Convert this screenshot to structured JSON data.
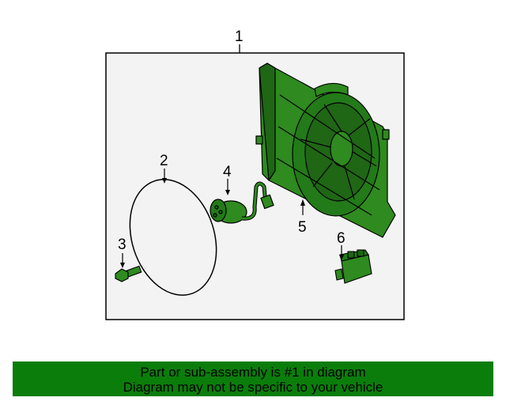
{
  "callouts": {
    "c1": "1",
    "c2": "2",
    "c3": "3",
    "c4": "4",
    "c5": "5",
    "c6": "6"
  },
  "banner": {
    "line1": "Part or sub-assembly is #1 in diagram",
    "line2": "Diagram may not be specific to your vehicle"
  },
  "colors": {
    "part_green": "#2f8a1f",
    "part_dark_green": "#1f6615",
    "banner_green": "#0b7d0b",
    "assembly_box_fill": "#f3f3f3"
  }
}
